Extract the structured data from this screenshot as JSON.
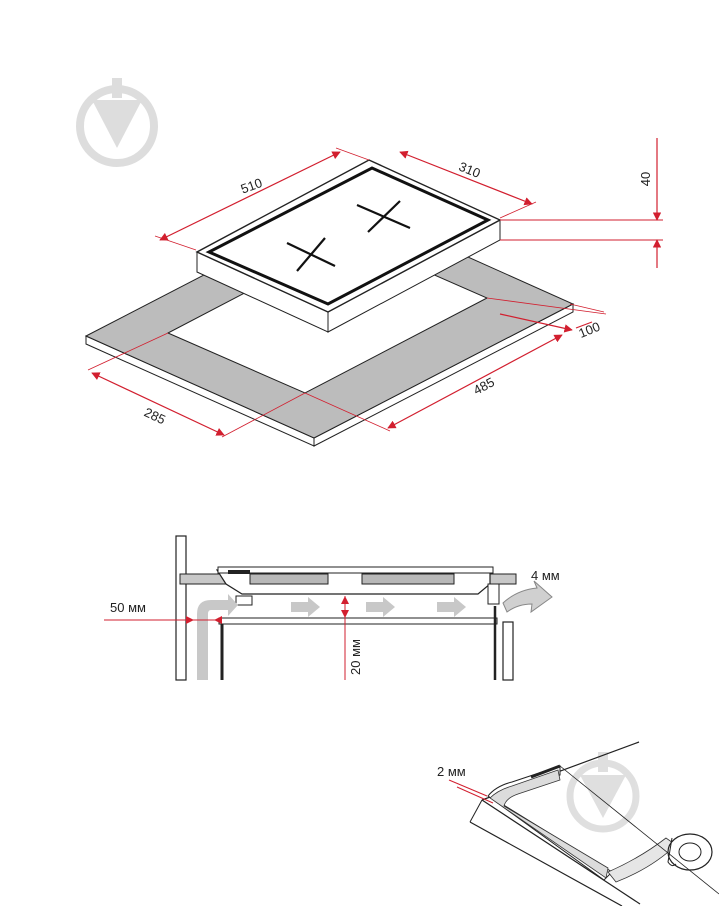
{
  "installation": {
    "cooktop_dims": {
      "length": "510",
      "width": "310",
      "height": "40"
    },
    "cutout_dims": {
      "depth": "285",
      "length": "485",
      "edge_distance": "100"
    }
  },
  "ventilation": {
    "wall_gap": "50 мм",
    "air_gap": "20 мм",
    "exhaust_gap": "4 мм"
  },
  "sealing": {
    "seal_thickness": "2 мм"
  },
  "colors": {
    "dimension_line": "#d21f2f",
    "countertop_fill": "#bcbcbc",
    "airflow_arrow": "#c8c8c8",
    "outline": "#222222",
    "watermark": "#d9d9d9"
  },
  "icons": [
    "watermark-logo-icon",
    "burner-cross-icon",
    "airflow-arrow-icon",
    "exhaust-arrow-icon",
    "seal-tape-roll-icon"
  ]
}
